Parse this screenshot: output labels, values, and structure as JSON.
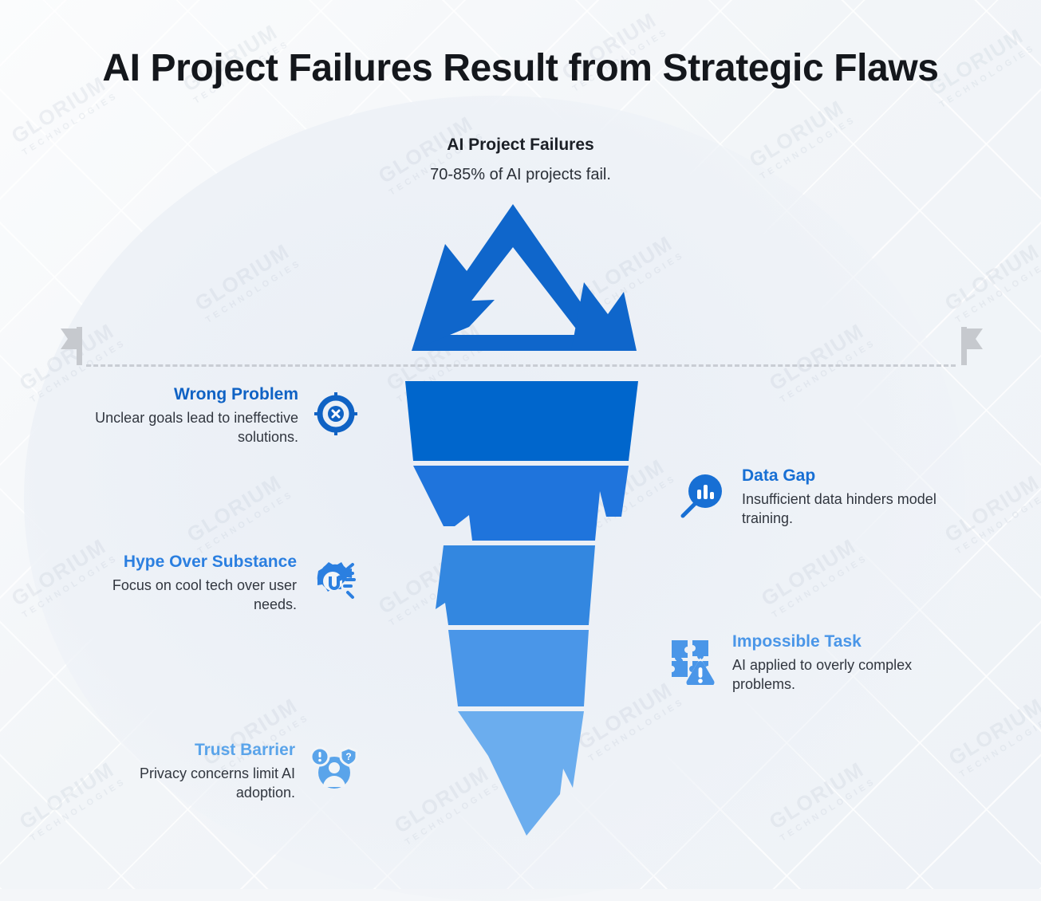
{
  "title": "AI Project Failures Result from Strategic Flaws",
  "chart_data": {
    "type": "funnel",
    "title": "AI Project Failures",
    "subtitle": "70-85% of AI projects fail.",
    "visual_metaphor": "iceberg",
    "waterline_label": "",
    "tip": {
      "label": "AI Project Failures",
      "stat": "70-85% of AI projects fail."
    },
    "categories": [
      "Wrong Problem",
      "Data Gap",
      "Hype Over Substance",
      "Impossible Task",
      "Trust Barrier"
    ],
    "segments": [
      {
        "label": "Wrong Problem",
        "color": "#0066cc",
        "side": "left"
      },
      {
        "label": "Data Gap",
        "color": "#1f74dc",
        "side": "right"
      },
      {
        "label": "Hype Over Substance",
        "color": "#3387e0",
        "side": "left"
      },
      {
        "label": "Impossible Task",
        "color": "#4a96e8",
        "side": "right"
      },
      {
        "label": "Trust Barrier",
        "color": "#6badee",
        "side": "left"
      }
    ]
  },
  "colors": {
    "heading_dark_blue": "#0f62c4",
    "heading_mid_blue": "#2b7fe0",
    "heading_light_blue": "#5aa4ea",
    "flag_gray": "#c6c9ce",
    "waterline_gray": "#c9cdd4",
    "body_text": "#31363f",
    "title_text": "#14171c"
  },
  "waterline": {
    "flag_left_icon": "flag-left-icon",
    "flag_right_icon": "flag-right-icon"
  },
  "items": {
    "left": [
      {
        "id": "wrong-problem",
        "title": "Wrong Problem",
        "desc": "Unclear goals lead to ineffective solutions.",
        "icon": "target-crosshair-x-icon",
        "title_color": "#0f62c4",
        "icon_color": "#0f62c4"
      },
      {
        "id": "hype-over-substance",
        "title": "Hype Over Substance",
        "desc": "Focus on cool tech over user needs.",
        "icon": "gear-ai-chip-icon",
        "title_color": "#2b7fe0",
        "icon_color": "#2b7fe0"
      },
      {
        "id": "trust-barrier",
        "title": "Trust Barrier",
        "desc": "Privacy concerns limit AI adoption.",
        "icon": "user-privacy-question-icon",
        "title_color": "#5aa4ea",
        "icon_color": "#5aa4ea"
      }
    ],
    "right": [
      {
        "id": "data-gap",
        "title": "Data Gap",
        "desc": "Insufficient data hinders model training.",
        "icon": "magnifier-bar-chart-icon",
        "title_color": "#176fd4",
        "icon_color": "#176fd4"
      },
      {
        "id": "impossible-task",
        "title": "Impossible Task",
        "desc": "AI applied to overly complex problems.",
        "icon": "puzzle-warning-icon",
        "title_color": "#4a96e8",
        "icon_color": "#4a96e8"
      }
    ]
  },
  "watermarks": [
    {
      "text": "GLORIUM",
      "sub": "TECHNOLOGIES"
    }
  ]
}
